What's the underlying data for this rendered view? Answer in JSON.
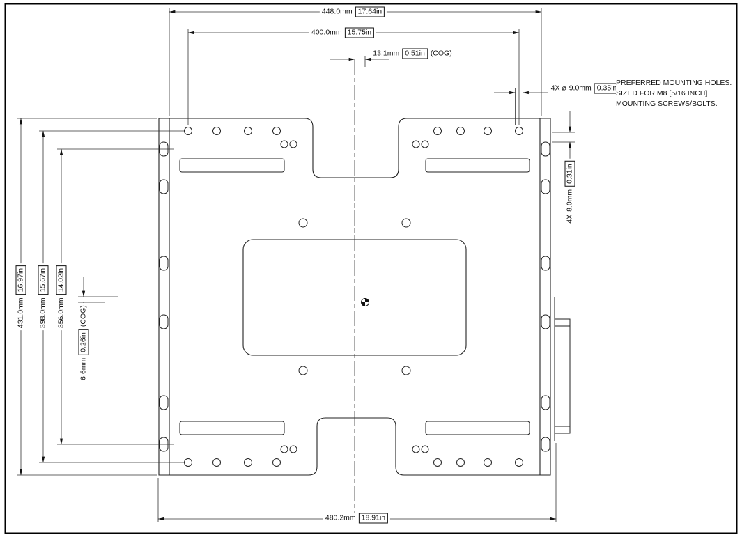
{
  "drawing": {
    "type": "mounting-plate-dimension-drawing",
    "dims": {
      "overall_width": {
        "mm": "448.0mm",
        "inch": "17.64in"
      },
      "mount_width": {
        "mm": "400.0mm",
        "inch": "15.75in"
      },
      "cog_x": {
        "mm": "13.1mm",
        "inch": "0.51in",
        "suffix": "(COG)"
      },
      "hole_dia": {
        "prefix": "4X ⌀",
        "mm": "9.0mm",
        "inch": "0.35in"
      },
      "hole_offset": {
        "prefix": "4X",
        "mm": "8.0mm",
        "inch": "0.31in"
      },
      "overall_height": {
        "mm": "431.0mm",
        "inch": "16.97in"
      },
      "mount_height": {
        "mm": "398.0mm",
        "inch": "15.67in"
      },
      "inner_height": {
        "mm": "356.0mm",
        "inch": "14.02in"
      },
      "cog_y": {
        "mm": "6.6mm",
        "inch": "0.26in",
        "suffix": "(COG)"
      },
      "base_width": {
        "mm": "480.2mm",
        "inch": "18.91in"
      }
    },
    "note_lines": [
      "PREFERRED MOUNTING HOLES.",
      "SIZED FOR M8 [5/16 INCH]",
      "MOUNTING SCREWS/BOLTS."
    ],
    "colors": {
      "line": "#222",
      "dim_line": "#333",
      "text": "#111"
    }
  }
}
